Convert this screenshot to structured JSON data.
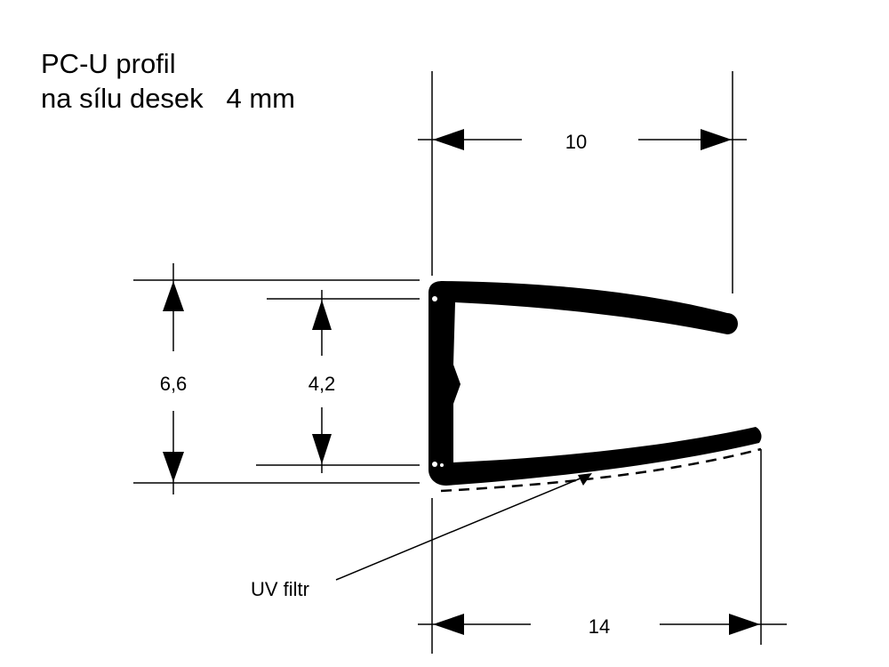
{
  "title": {
    "line1": "PC-U profil",
    "line2": "na sílu desek   4 mm"
  },
  "dimensions": {
    "top_width": "10",
    "bottom_width": "14",
    "outer_height": "6,6",
    "inner_height": "4,2"
  },
  "annotations": {
    "uv_filter": "UV filtr"
  }
}
